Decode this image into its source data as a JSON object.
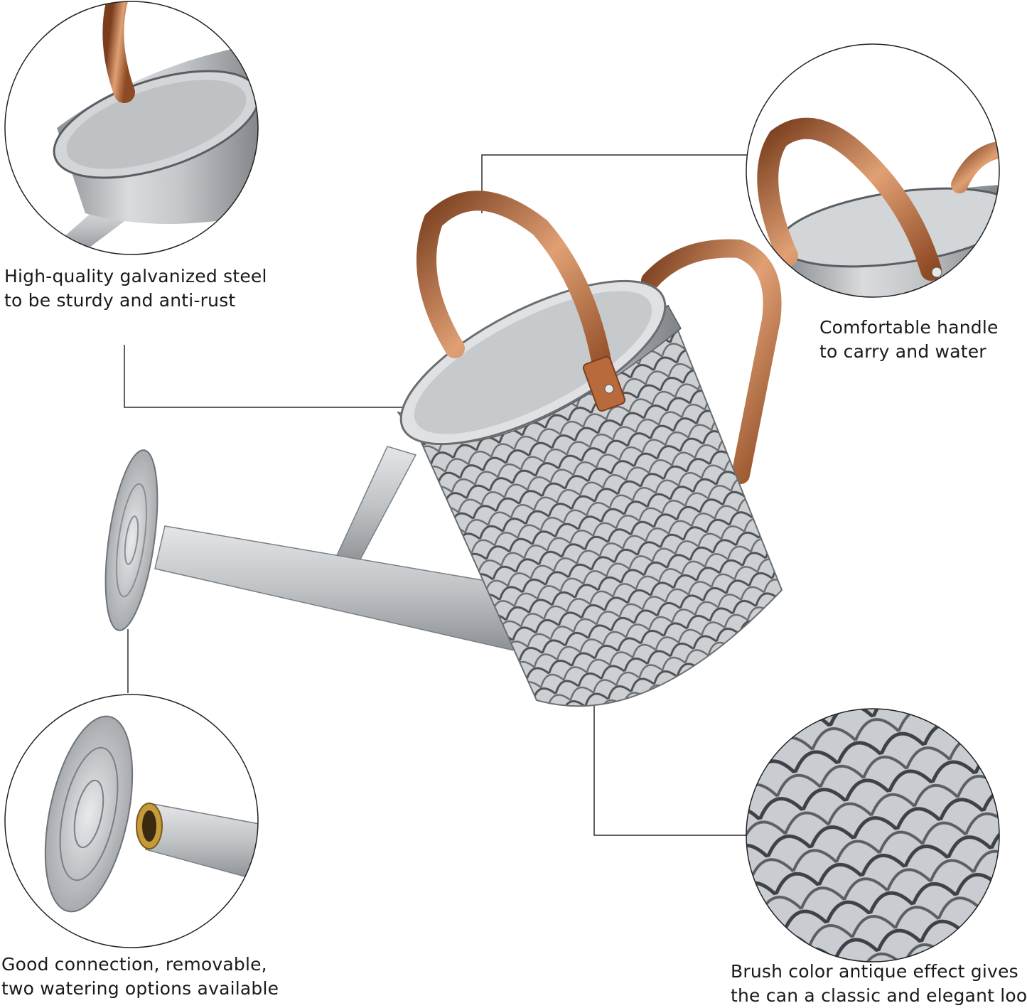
{
  "features": [
    {
      "id": "steel",
      "lines": [
        "High-quality galvanized steel",
        "to be sturdy and anti-rust"
      ]
    },
    {
      "id": "handle",
      "lines": [
        "Comfortable handle",
        "to carry and water"
      ]
    },
    {
      "id": "connection",
      "lines": [
        "Good connection, removable,",
        "two watering options available"
      ]
    },
    {
      "id": "finish",
      "lines": [
        "Brush color antique effect gives",
        "the can a classic and elegant look"
      ]
    }
  ],
  "colors": {
    "background": "#ffffff",
    "steel": "#b9bcbf",
    "steel_dark": "#5f6266",
    "copper": "#b86a3c",
    "brass": "#c59a3a",
    "leader_line": "#2b2b2b",
    "circle_border": "#222222"
  }
}
